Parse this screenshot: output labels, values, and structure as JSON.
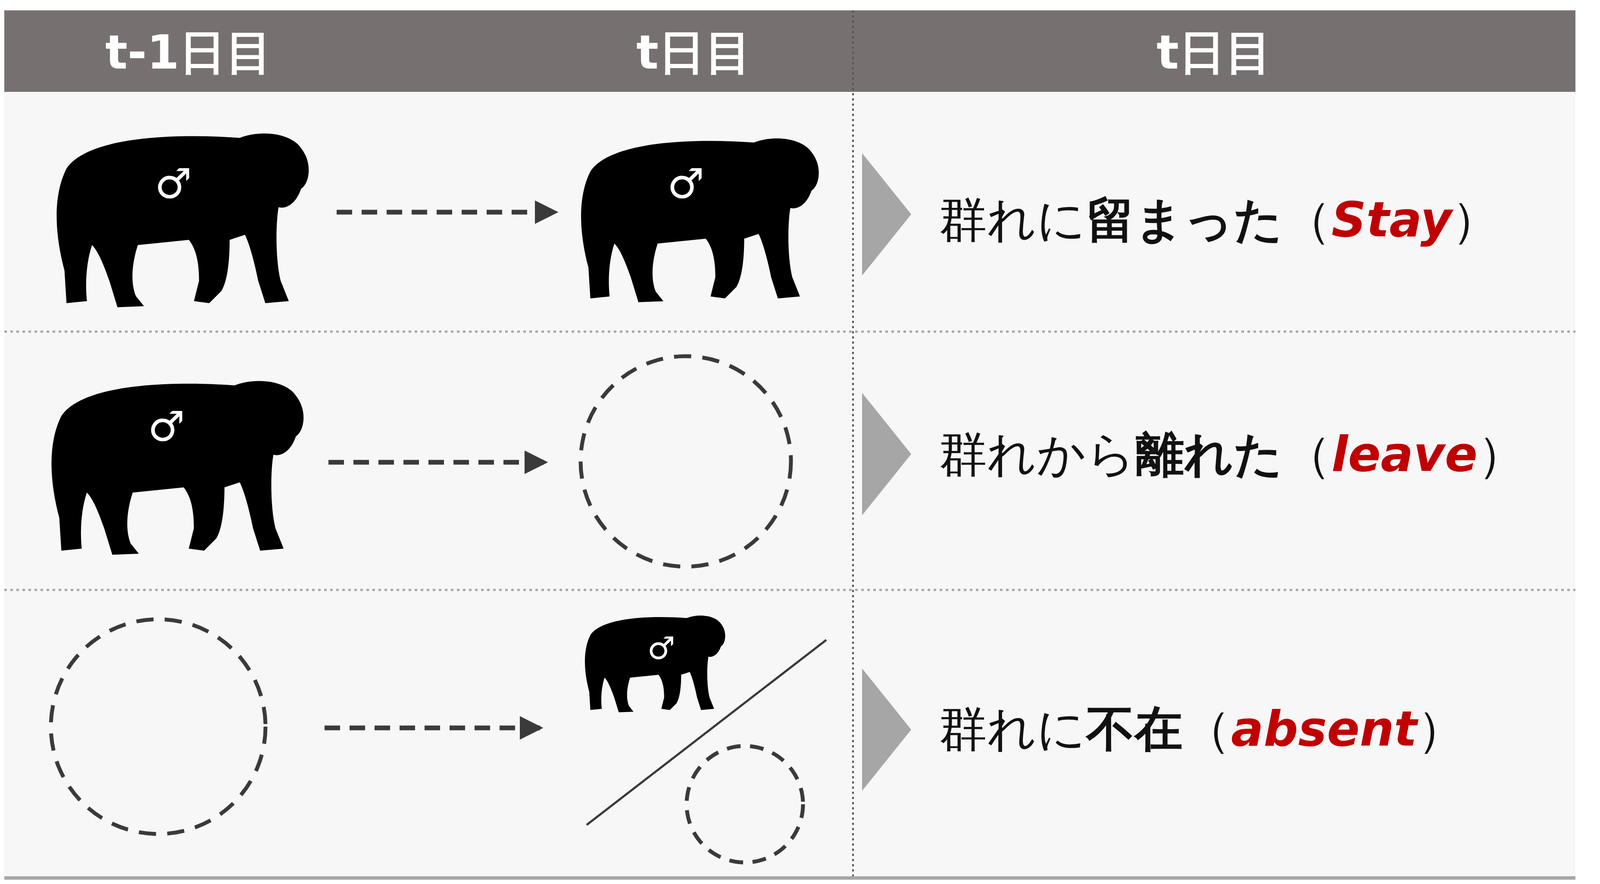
{
  "diagram": {
    "labels": [
      "t-1日目",
      "t日目",
      "t日目",
      "♂",
      "♂",
      "群れに",
      "留まった",
      "（",
      "Stay",
      "）",
      "♂",
      "群れから",
      "離れた",
      "（",
      "leave",
      "）",
      "♂",
      "群れに",
      "不在",
      "（",
      "absent",
      "）"
    ]
  }
}
